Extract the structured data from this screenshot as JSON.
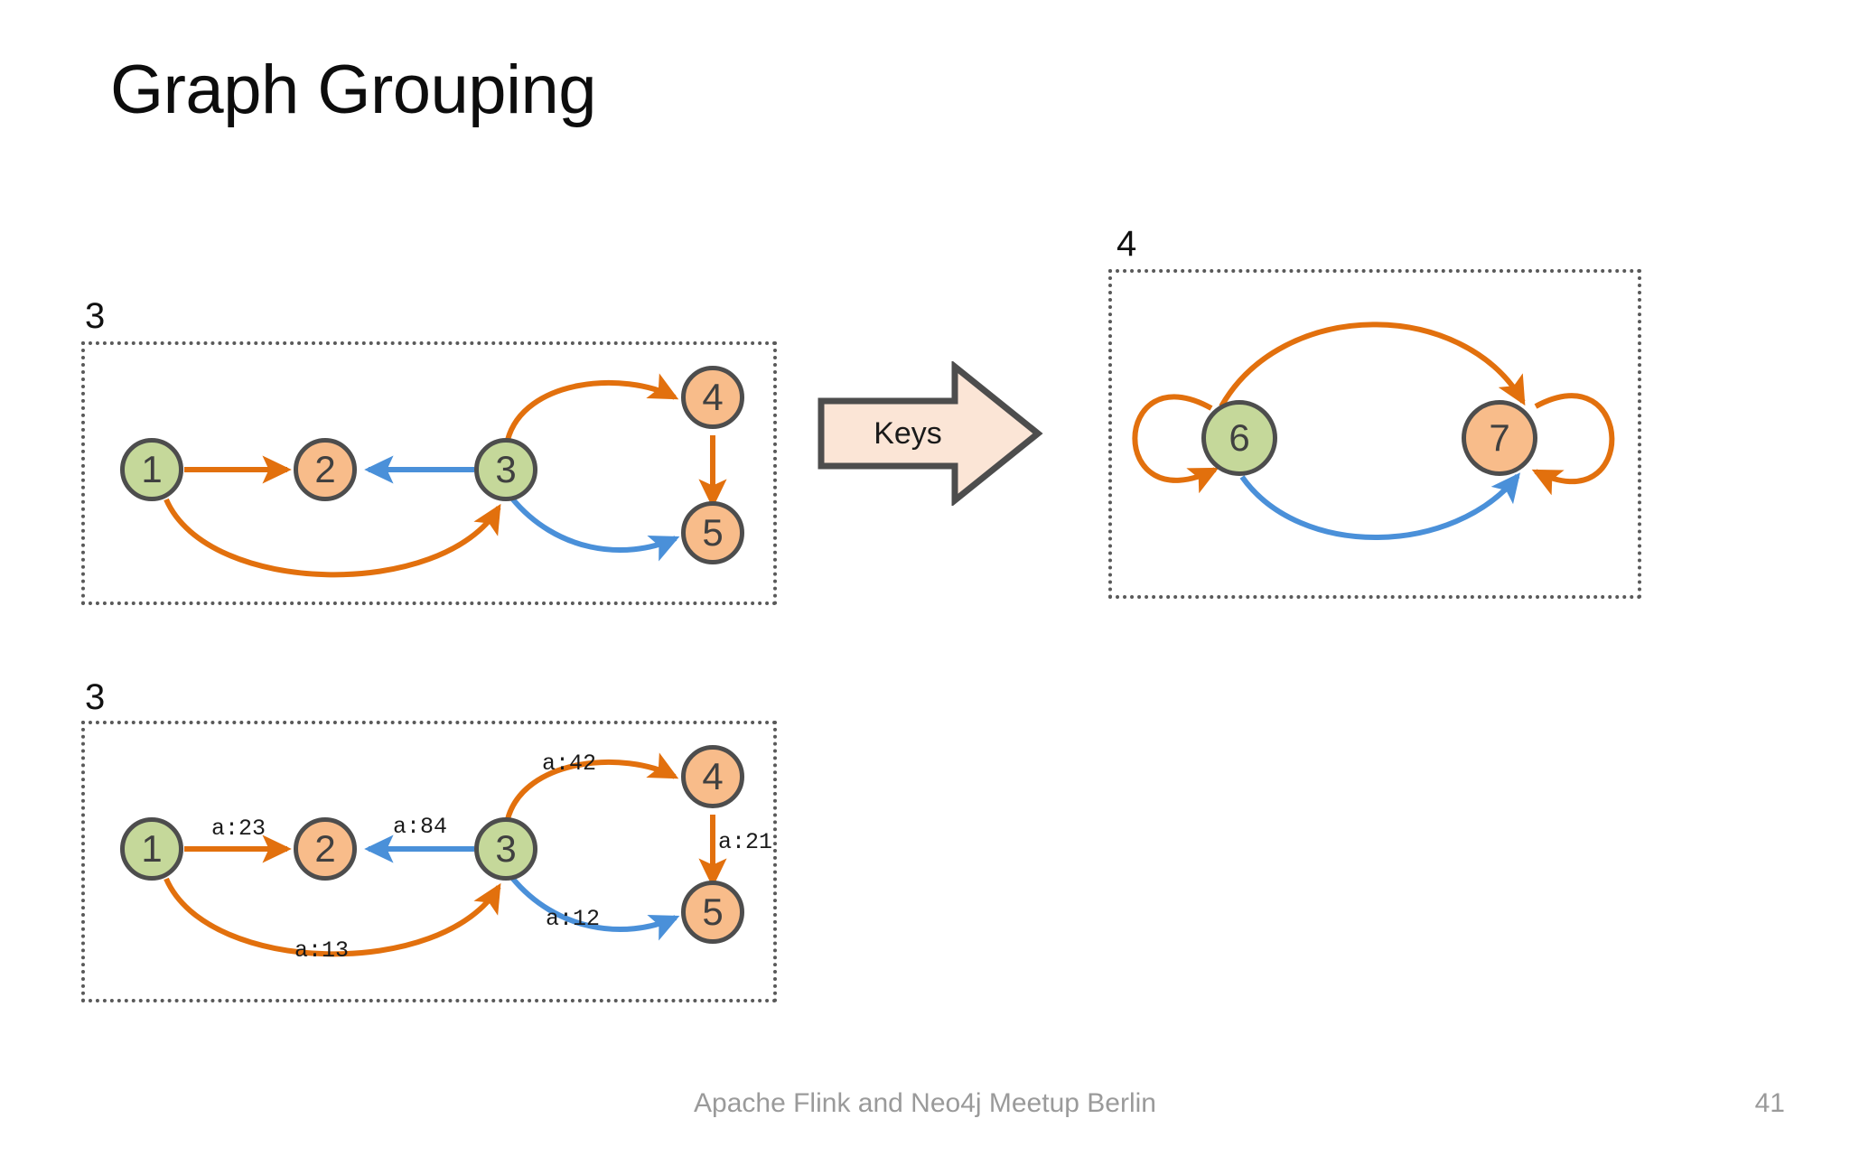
{
  "slide": {
    "title": "Graph Grouping",
    "footer": "Apache Flink and Neo4j Meetup Berlin",
    "page_number": "41",
    "background_color": "#ffffff"
  },
  "colors": {
    "node_green_fill": "#c5d89a",
    "node_orange_fill": "#f8bc8a",
    "node_border": "#4d4d4d",
    "edge_orange": "#e2700d",
    "edge_blue": "#4a90d9",
    "box_border": "#595959",
    "keys_fill": "#fbe5d6",
    "keys_border": "#4d4d4d",
    "footer_text": "#9a9a9a",
    "title_text": "#0d0d0d"
  },
  "transform": {
    "label": "Keys",
    "icon": "right-arrow-block"
  },
  "panels": {
    "input_structure": {
      "count_label": "3",
      "nodes": [
        {
          "id": "1",
          "label": "1",
          "color": "green"
        },
        {
          "id": "2",
          "label": "2",
          "color": "orange"
        },
        {
          "id": "3",
          "label": "3",
          "color": "green"
        },
        {
          "id": "4",
          "label": "4",
          "color": "orange"
        },
        {
          "id": "5",
          "label": "5",
          "color": "orange"
        }
      ],
      "edges": [
        {
          "from": "1",
          "to": "2",
          "color": "orange",
          "label": ""
        },
        {
          "from": "3",
          "to": "2",
          "color": "blue",
          "label": ""
        },
        {
          "from": "1",
          "to": "3",
          "color": "orange",
          "label": ""
        },
        {
          "from": "3",
          "to": "4",
          "color": "orange",
          "label": ""
        },
        {
          "from": "4",
          "to": "5",
          "color": "orange",
          "label": ""
        },
        {
          "from": "3",
          "to": "5",
          "color": "blue",
          "label": ""
        }
      ]
    },
    "input_attributes": {
      "count_label": "3",
      "nodes": [
        {
          "id": "1",
          "label": "1",
          "color": "green"
        },
        {
          "id": "2",
          "label": "2",
          "color": "orange"
        },
        {
          "id": "3",
          "label": "3",
          "color": "green"
        },
        {
          "id": "4",
          "label": "4",
          "color": "orange"
        },
        {
          "id": "5",
          "label": "5",
          "color": "orange"
        }
      ],
      "edges": [
        {
          "from": "1",
          "to": "2",
          "color": "orange",
          "label": "a:23"
        },
        {
          "from": "3",
          "to": "2",
          "color": "blue",
          "label": "a:84"
        },
        {
          "from": "1",
          "to": "3",
          "color": "orange",
          "label": "a:13"
        },
        {
          "from": "3",
          "to": "4",
          "color": "orange",
          "label": "a:42"
        },
        {
          "from": "4",
          "to": "5",
          "color": "orange",
          "label": "a:21"
        },
        {
          "from": "3",
          "to": "5",
          "color": "blue",
          "label": "a:12"
        }
      ]
    },
    "output_grouped": {
      "count_label": "4",
      "nodes": [
        {
          "id": "6",
          "label": "6",
          "color": "green"
        },
        {
          "id": "7",
          "label": "7",
          "color": "orange"
        }
      ],
      "edges": [
        {
          "from": "6",
          "to": "6",
          "color": "orange",
          "label": "",
          "kind": "self-loop"
        },
        {
          "from": "6",
          "to": "7",
          "color": "orange",
          "label": "",
          "kind": "arc-top"
        },
        {
          "from": "6",
          "to": "7",
          "color": "blue",
          "label": "",
          "kind": "arc-bottom"
        },
        {
          "from": "7",
          "to": "7",
          "color": "orange",
          "label": "",
          "kind": "self-loop"
        }
      ]
    }
  }
}
